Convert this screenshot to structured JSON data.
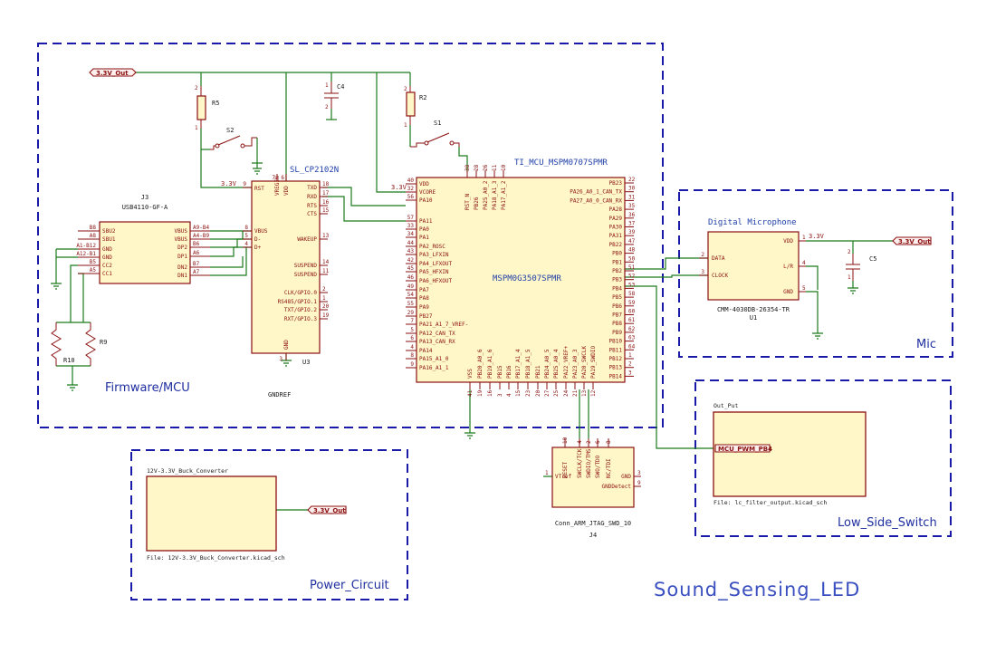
{
  "title": "Sound_Sensing_LED",
  "regions": {
    "firmware": "Firmware/MCU",
    "power": "Power_Circuit",
    "mic": "Mic",
    "switch": "Low_Side_Switch"
  },
  "net_labels": {
    "v33_out": "3.3V_Out",
    "v33": "3.3V",
    "mcu_pwm": "MCU_PWM_PB4",
    "gndref": "GNDREF"
  },
  "components": {
    "r5": "R5",
    "r2": "R2",
    "r9": "R9",
    "r10": "R10",
    "c4": "C4",
    "c5": "C5",
    "s1": "S1",
    "s2": "S2",
    "j3_ref": "J3",
    "j3_value": "USB4110-GF-A",
    "u3_ref": "U3",
    "u3_value": "SL_CP2102N",
    "mcu_value": "TI_MCU_MSPM0707SPMR",
    "mcu_body": "MSPM0G3507SPMR",
    "u1_ref": "U1",
    "u1_value": "CMM-4030DB-26354-TR",
    "mic_title": "Digital Microphone",
    "j4_ref": "J4",
    "j4_value": "Conn_ARM_JTAG_SWD_10"
  },
  "sheets": {
    "buck_name": "12V-3.3V_Buck_Converter",
    "buck_file": "File: 12V-3.3V_Buck_Converter.kicad_sch",
    "out_name": "Out_Put",
    "out_file": "File: lc_filter_output.kicad_sch"
  },
  "j3_pins": {
    "left": [
      "SBU2",
      "SBU1",
      "GND",
      "GND",
      "CC2",
      "CC1"
    ],
    "left_nums": [
      "B8",
      "A8",
      "A1-B12",
      "A12-B1",
      "B5",
      "A5"
    ],
    "right": [
      "VBUS",
      "VBUS",
      "DP2",
      "DP1",
      "DN2",
      "DN1"
    ],
    "right_nums": [
      "A9-B4",
      "A4-B9",
      "B6",
      "A6",
      "B7",
      "A7"
    ]
  },
  "u3_pins": {
    "top": [
      "RST",
      "VREGIN",
      "VDD"
    ],
    "top_nums": [
      "9",
      "7",
      "6"
    ],
    "left": [
      "VBUS",
      "D-",
      "D+"
    ],
    "left_nums": [
      "8",
      "5",
      "4"
    ],
    "right": [
      "TXD",
      "RXD",
      "RTS",
      "CTS",
      "WAKEUP",
      "SUSPEND",
      "SUSPEND",
      "CLK/GPIO.0",
      "RS485/GPIO.1",
      "TXT/GPIO.2",
      "RXT/GPIO.3"
    ],
    "right_nums": [
      "18",
      "17",
      "16",
      "15",
      "13",
      "14",
      "11",
      "2",
      "1",
      "20",
      "19"
    ],
    "bottom": "GND",
    "bottom_num": "3"
  },
  "mcu_pins": {
    "left": [
      "VDD",
      "VCORE",
      "PA10",
      "PA11",
      "PA0",
      "PA1",
      "PA2_ROSC",
      "PA3_LFXIN",
      "PA4_LFXOUT",
      "PA5_HFXIN",
      "PA6_HFXOUT",
      "PA7",
      "PA8",
      "PA9",
      "PB27",
      "PA21_A1_7_VREF-",
      "PA12_CAN_TX",
      "PA13_CAN_RX",
      "PA14",
      "PA15_A1_0",
      "PA16_A1_1"
    ],
    "left_nums": [
      "40",
      "32",
      "56",
      "57",
      "33",
      "34",
      "44",
      "43",
      "42",
      "45",
      "46",
      "49",
      "54",
      "55",
      "29",
      "7",
      "5",
      "6",
      "4",
      "8",
      "9"
    ],
    "top": [
      "RST_N",
      "PB26",
      "PA25_A0_2",
      "PA18_A1_3",
      "PA17_A1_2"
    ],
    "top_nums": [
      "38",
      "28",
      "26",
      "11",
      "10"
    ],
    "right": [
      "PB23",
      "PA26_A0_1_CAN_TX",
      "PA27_A0_0_CAN_RX",
      "PA28",
      "PA29",
      "PA30",
      "PA31",
      "PB22",
      "PB0",
      "PB1",
      "PB2",
      "PB3",
      "PB4",
      "PB5",
      "PB6",
      "PB7",
      "PB8",
      "PB9",
      "PB10",
      "PB11",
      "PB12",
      "PB13",
      "PB14"
    ],
    "right_nums": [
      "22",
      "30",
      "31",
      "35",
      "36",
      "37",
      "39",
      "47",
      "48",
      "50",
      "51",
      "52",
      "53",
      "58",
      "59",
      "60",
      "61",
      "62",
      "63",
      "64",
      "1",
      "2",
      "3"
    ],
    "bottom": [
      "VSS",
      "PB20_A0_6",
      "PB19_A1_6",
      "PB15",
      "PB16",
      "PB17_A1_4",
      "PB18_A1_5",
      "PB21",
      "PB24_A0_5",
      "PB25_A0_4",
      "PA22_VREF+",
      "PA23_A0_3",
      "PA20_SWCLK",
      "PA19_SWDIO"
    ],
    "bottom_nums": [
      "41",
      "19",
      "16",
      "3",
      "4",
      "15",
      "23",
      "20",
      "27",
      "25",
      "24",
      "21",
      "13",
      "12"
    ]
  },
  "u1_pins": {
    "left": [
      "DATA",
      "CLOCK"
    ],
    "left_nums": [
      "2",
      "3"
    ],
    "right": [
      "VDD",
      "L/R",
      "GND"
    ],
    "right_nums": [
      "1",
      "4",
      "5"
    ]
  },
  "j4_pins": {
    "top": [
      "RESET",
      "SWCLK/TCK",
      "SWDIO/TMS",
      "SWO/TDO",
      "NC/TDI"
    ],
    "top_nums": [
      "10",
      "4",
      "2",
      "6",
      "8"
    ],
    "left": "VTref",
    "left_num": "1",
    "right": [
      "GND",
      "GNDDetect"
    ],
    "right_nums": [
      "3",
      "9"
    ]
  },
  "passive_pins": {
    "one": "1",
    "two": "2"
  },
  "colors": {
    "wire": "#1a7a1a",
    "part": "#8b1010",
    "frame": "#1a1aa8",
    "title": "#3a4fc0"
  }
}
